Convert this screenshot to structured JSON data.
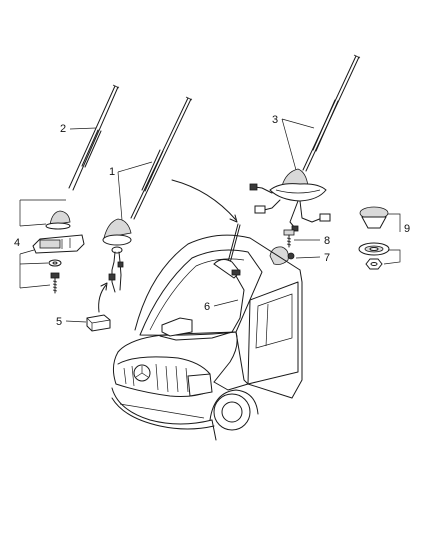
{
  "callouts": {
    "c1": "1",
    "c2": "2",
    "c3": "3",
    "c4": "4",
    "c5": "5",
    "c6": "6",
    "c7": "7",
    "c8": "8",
    "c9": "9"
  },
  "colors": {
    "line": "#1a1a1a",
    "background": "#ffffff",
    "shade": "#d9d9d9"
  }
}
